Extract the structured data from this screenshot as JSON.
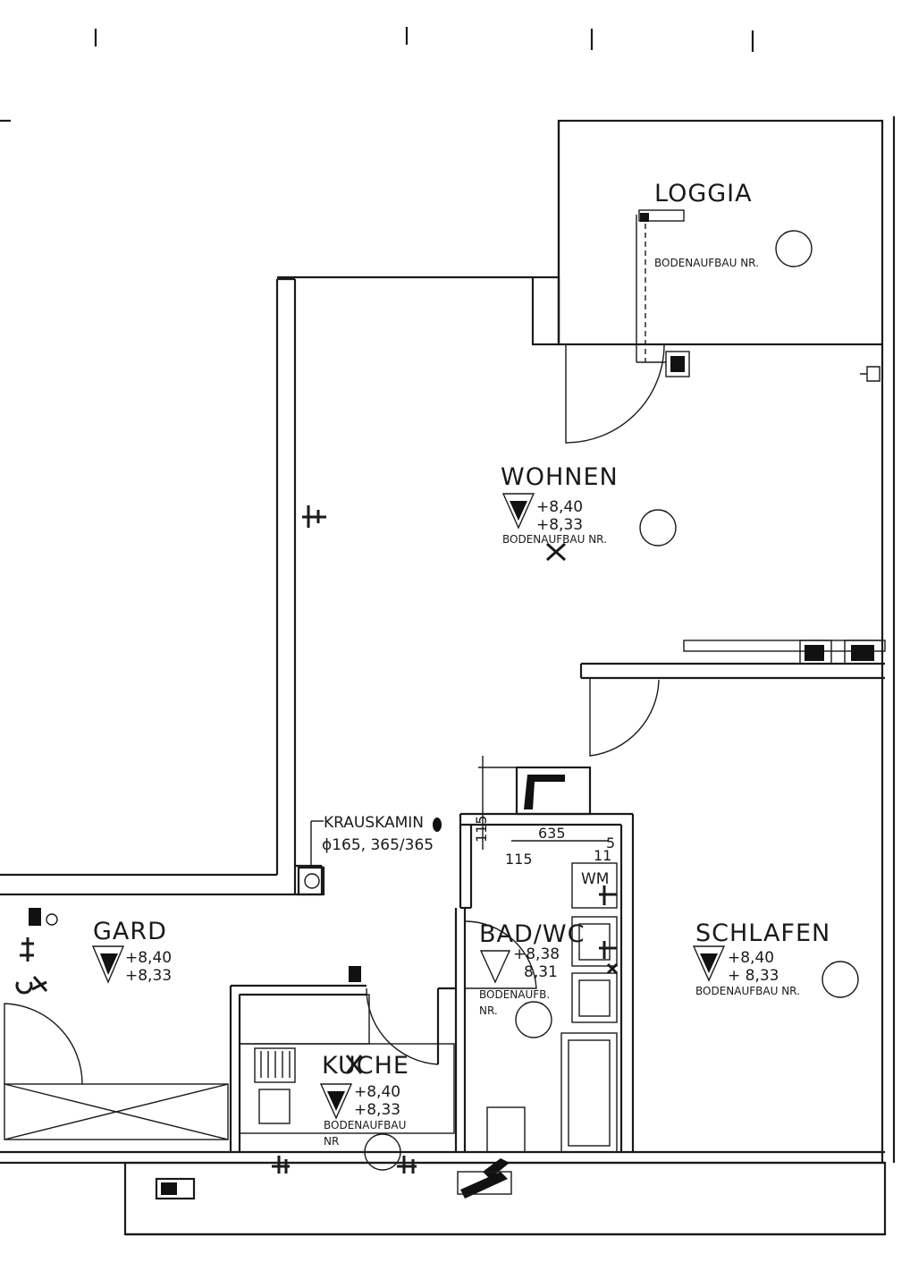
{
  "rooms": {
    "loggia": {
      "name": "LOGGIA",
      "floor": "BODENAUFBAU NR."
    },
    "wohnen": {
      "name": "WOHNEN",
      "level_top": "+8,40",
      "level_bottom": "+8,33",
      "floor": "BODENAUFBAU NR."
    },
    "gard": {
      "name": "GARD",
      "level_top": "+8,40",
      "level_bottom": "+8,33"
    },
    "bad": {
      "name": "BAD/WC",
      "level_top": "+8,38",
      "level_bottom": "8,31",
      "floor_a": "BODENAUFB.",
      "floor_b": "NR."
    },
    "kueche": {
      "name": "KUCHE",
      "level_top": "+8,40",
      "level_bottom": "+8,33",
      "floor_a": "BODENAUFBAU",
      "floor_b": "NR"
    },
    "schlafen": {
      "name": "SCHLAFEN",
      "level_top": "+8,40",
      "level_bottom": "+ 8,33",
      "floor": "BODENAUFBAU NR."
    }
  },
  "chimney": {
    "label": "KRAUSKAMIN",
    "spec": "ϕ165, 365/365"
  },
  "fixtures": {
    "wm": "WM"
  },
  "dimensions": {
    "d1": "635",
    "d2": "115",
    "d3": "115",
    "d4": "11",
    "d5": "5"
  }
}
